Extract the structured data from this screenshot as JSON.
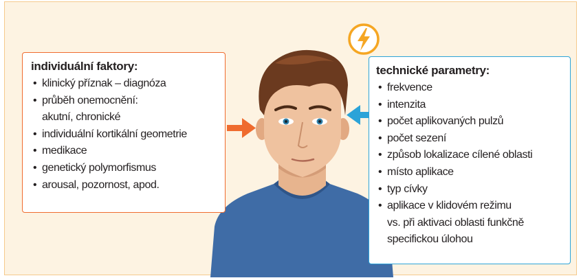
{
  "left_box": {
    "title": "individuální faktory:",
    "items": [
      {
        "text": "klinický příznak – diagnóza"
      },
      {
        "text": "průběh onemocnění:",
        "cont": "akutní, chronické"
      },
      {
        "text": "individuální kortikální geometrie"
      },
      {
        "text": "medikace"
      },
      {
        "text": "genetický polymorfismus"
      },
      {
        "text": "arousal, pozornost, apod."
      }
    ]
  },
  "right_box": {
    "title": "technické parametry:",
    "items": [
      {
        "text": "frekvence"
      },
      {
        "text": "intenzita"
      },
      {
        "text": "počet aplikovaných pulzů"
      },
      {
        "text": "počet sezení"
      },
      {
        "text": "způsob lokalizace cílené oblasti"
      },
      {
        "text": "místo aplikace"
      },
      {
        "text": "typ cívky"
      },
      {
        "text": "aplikace v klidovém režimu",
        "cont": "vs. při aktivaci oblasti funkčně",
        "cont2": "specifickou úlohou"
      }
    ]
  },
  "colors": {
    "background": "#fdf3e2",
    "left_accent": "#ef6b2e",
    "right_accent": "#2ba3d8",
    "bolt": "#f5a623",
    "shirt": "#3f6ca6"
  },
  "icons": {
    "badge": "lightning-bolt-icon",
    "left_arrow": "arrow-right-icon",
    "right_arrow": "arrow-left-icon",
    "figure": "person-illustration"
  }
}
